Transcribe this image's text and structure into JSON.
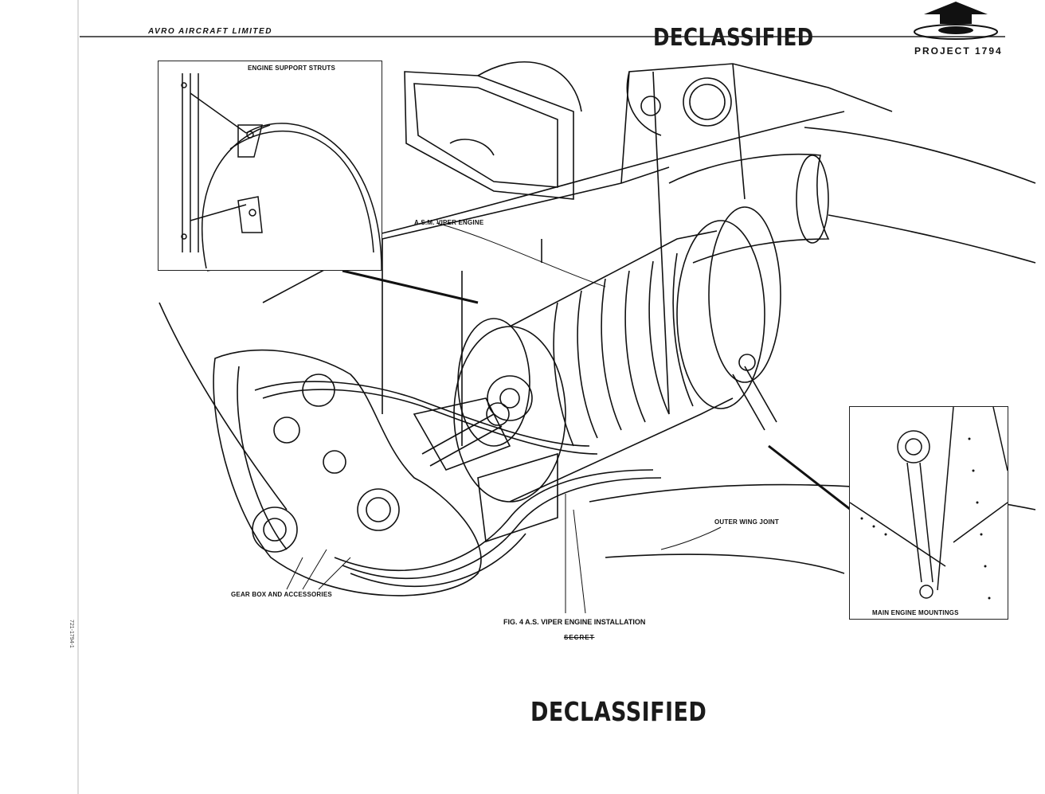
{
  "header": {
    "company": "AVRO AIRCRAFT LIMITED",
    "stamp_top": "DECLASSIFIED",
    "project": "PROJECT 1794",
    "logo_icon": "saucer-arrow-logo-icon"
  },
  "labels": {
    "engine_support_struts": "ENGINE SUPPORT STRUTS",
    "viper_engine": "A.S.M. VIPER ENGINE",
    "outer_wing_joint": "OUTER WING JOINT",
    "gear_box": "GEAR BOX AND ACCESSORIES",
    "main_engine_mountings": "MAIN ENGINE MOUNTINGS"
  },
  "caption": "FIG. 4  A.S. VIPER ENGINE INSTALLATION",
  "secret_mark": "SECRET",
  "stamp_bottom": "DECLASSIFIED",
  "margin_code": "721-1794-1",
  "colors": {
    "ink": "#111111",
    "paper": "#ffffff"
  }
}
